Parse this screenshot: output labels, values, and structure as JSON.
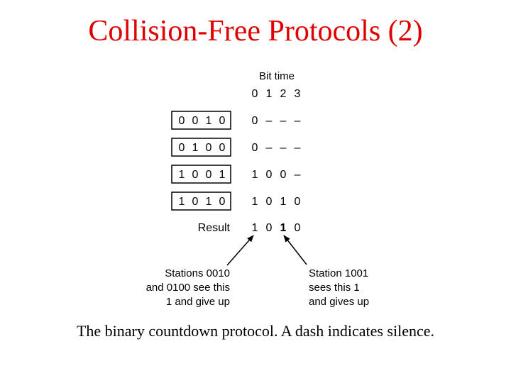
{
  "title": "Collision-Free Protocols (2)",
  "header": {
    "bit_time_label": "Bit time",
    "bit_indices": [
      "0",
      "1",
      "2",
      "3"
    ]
  },
  "stations": [
    {
      "id": [
        "0",
        "0",
        "1",
        "0"
      ],
      "output": [
        "0",
        "–",
        "–",
        "–"
      ]
    },
    {
      "id": [
        "0",
        "1",
        "0",
        "0"
      ],
      "output": [
        "0",
        "–",
        "–",
        "–"
      ]
    },
    {
      "id": [
        "1",
        "0",
        "0",
        "1"
      ],
      "output": [
        "1",
        "0",
        "0",
        "–"
      ]
    },
    {
      "id": [
        "1",
        "0",
        "1",
        "0"
      ],
      "output": [
        "1",
        "0",
        "1",
        "0"
      ]
    }
  ],
  "result": {
    "label": "Result",
    "bits": [
      "1",
      "0",
      "1",
      "0"
    ]
  },
  "annotations": {
    "left": [
      "Stations 0010",
      "and 0100 see this",
      "1 and give up"
    ],
    "right": [
      "Station 1001",
      "sees this 1",
      "and gives up"
    ]
  },
  "caption": "The binary countdown protocol.  A dash indicates silence.",
  "colors": {
    "title": "#e00000",
    "text": "#000000",
    "box_border": "#000000"
  }
}
